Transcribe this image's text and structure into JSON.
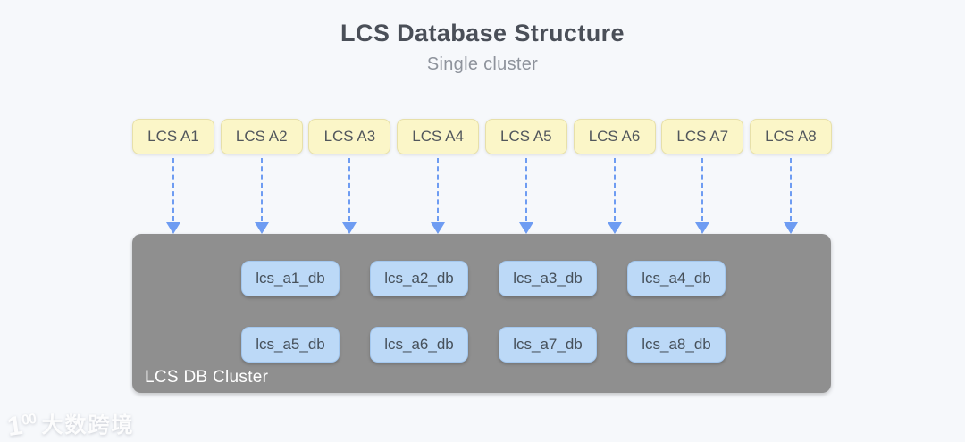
{
  "header": {
    "title": "LCS Database Structure",
    "subtitle": "Single cluster"
  },
  "top_nodes": [
    "LCS A1",
    "LCS A2",
    "LCS A3",
    "LCS A4",
    "LCS A5",
    "LCS A6",
    "LCS A7",
    "LCS A8"
  ],
  "cluster": {
    "label": "LCS DB Cluster",
    "db_nodes": [
      "lcs_a1_db",
      "lcs_a2_db",
      "lcs_a3_db",
      "lcs_a4_db",
      "lcs_a5_db",
      "lcs_a6_db",
      "lcs_a7_db",
      "lcs_a8_db"
    ]
  },
  "arrows": {
    "count": 8,
    "direction": "down",
    "style": "dashed"
  },
  "watermark": {
    "logo": "1",
    "logo_superscript": "00",
    "text": "大数跨境"
  },
  "colors": {
    "background": "#F6F8FB",
    "app_node_fill": "#FBF6C8",
    "app_node_border": "#E7E0A9",
    "db_node_fill": "#BCD9F7",
    "db_node_border": "#A4C8EF",
    "cluster_fill": "#8F8F8F",
    "arrow_blue": "#6E9CF2",
    "title_text": "#4A4F58",
    "subtitle_text": "#8E939C",
    "cluster_label_text": "#FFFFFF"
  }
}
